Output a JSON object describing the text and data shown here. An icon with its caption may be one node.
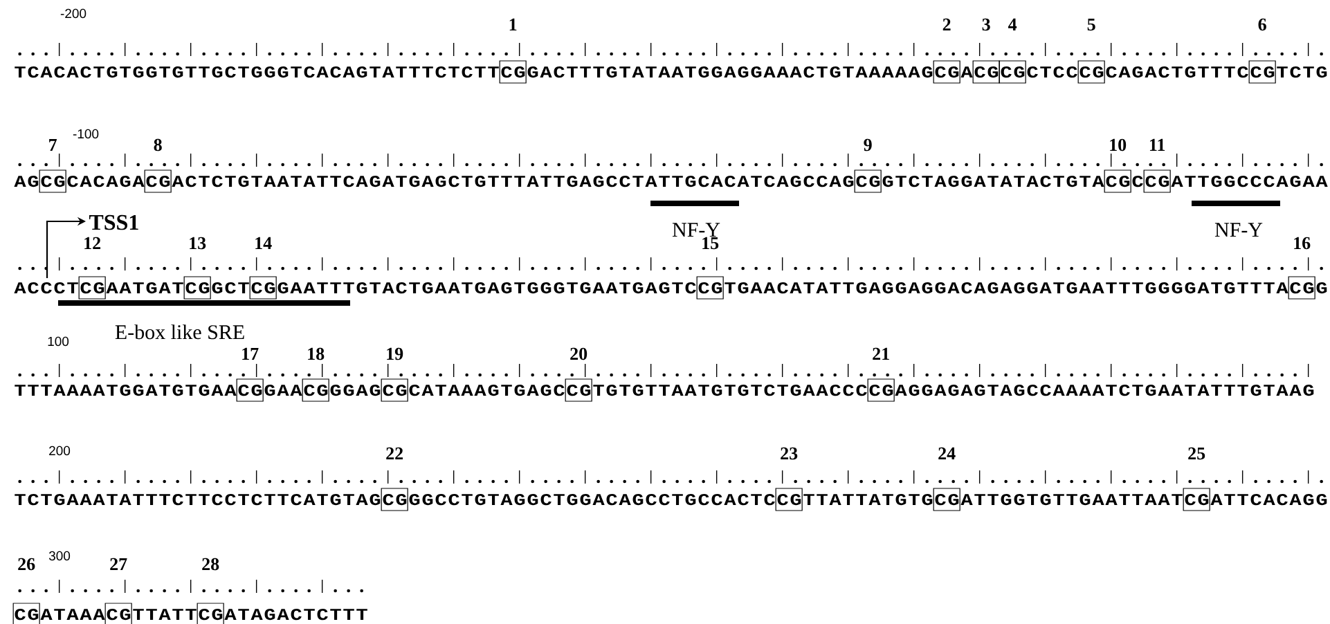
{
  "diagram": {
    "labels": [
      "-200",
      "1",
      "2",
      "3",
      "4",
      "5",
      "6",
      "TCACACTGTGGTGTTGCTGGGTCACAGTATTTCTCTTCGGACTTTGTATAATGGAGGAAACTGTAAAAAGCGACGCGCTCCCGCAGACTGTTTCCGTCTG",
      "7",
      "-100",
      "8",
      "9",
      "10",
      "11",
      "AGCGCACAGACGACTCTGTAATATTCAGATGAGCTGTTTATTGAGCCTATTGCACATCAGCCAGCGGTCTAGGATATACTGTACGCCGATTGGCCCAGAA",
      "NF-Y",
      "NF-Y",
      "TSS1",
      "12",
      "13",
      "14",
      "15",
      "16",
      "ACCCTCGAATGATCGGCTCGGAATTTGTACTGAATGAGTGGGTGAATGAGTCCGTGAACATATTGAGGAGGACAGAGGATGAATTTGGGGATGTTTACGG",
      "E-box like SRE",
      "100",
      "17",
      "18",
      "19",
      "20",
      "21",
      "TTTAAAATGGATGTGAACGGAACGGGAGCGCATAAAGTGAGCCGTGTGTTAATGTGTCTGAACCCCGAGGAGAGTAGCCAAAATCTGAATATTTGTAAG",
      "200",
      "22",
      "23",
      "24",
      "25",
      "TCTGAAATATTTCTTCCTCTTCATGTAGCGGGCCTGTAGGCTGGACAGCCTGCCACTCCGTTATTATGTGCGATTGGTGTTGAATTAATCGATTCACAGG",
      "26",
      "300",
      "27",
      "28",
      "CGATAAACGTTATTCGATAGACTCTTT"
    ]
  }
}
